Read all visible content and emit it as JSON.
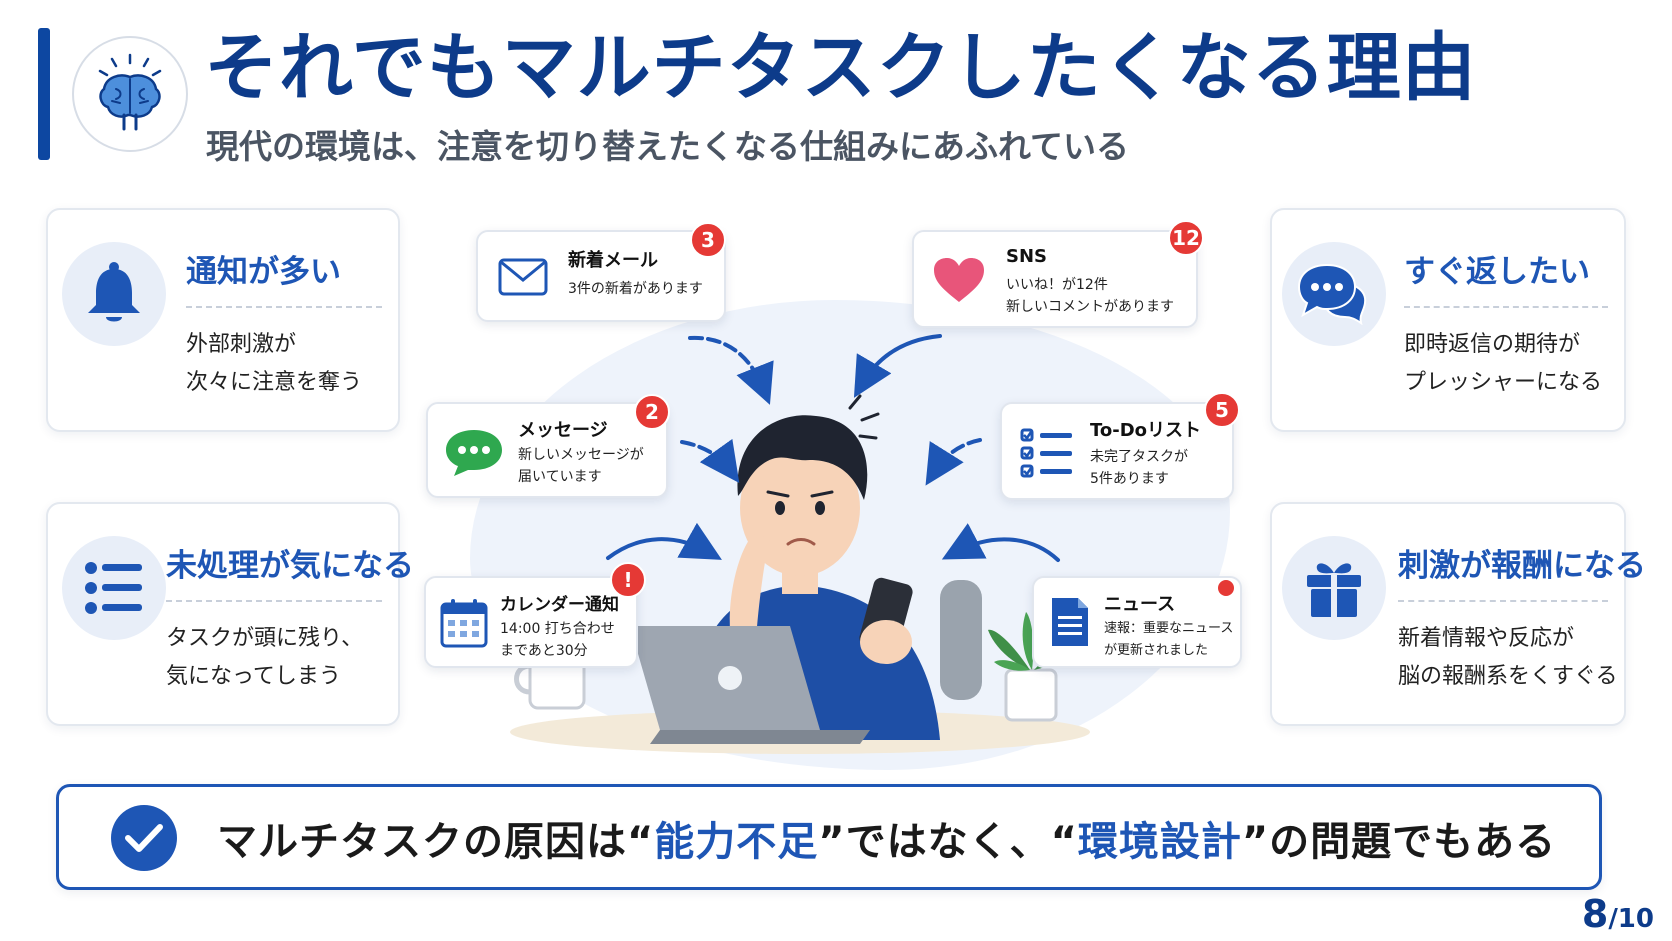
{
  "header": {
    "title": "それでもマルチタスクしたくなる理由",
    "subtitle": "現代の環境は、注意を切り替えたくなる仕組みにあふれている"
  },
  "left_cards": [
    {
      "icon": "bell-icon",
      "title": "通知が多い",
      "line1": "外部刺激が",
      "line2": "次々に注意を奪う"
    },
    {
      "icon": "list-icon",
      "title": "未処理が気になる",
      "line1": "タスクが頭に残り、",
      "line2": "気になってしまう"
    }
  ],
  "right_cards": [
    {
      "icon": "chat-bubbles-icon",
      "title": "すぐ返したい",
      "line1": "即時返信の期待が",
      "line2": "プレッシャーになる"
    },
    {
      "icon": "gift-icon",
      "title": "刺激が報酬になる",
      "line1": "新着情報や反応が",
      "line2": "脳の報酬系をくすぐる"
    }
  ],
  "notifications": {
    "mail": {
      "title": "新着メール",
      "line1": "3件の新着があります",
      "badge": "3"
    },
    "sns": {
      "title": "SNS",
      "line1": "いいね！が12件",
      "line2": "新しいコメントがあります",
      "badge": "12"
    },
    "message": {
      "title": "メッセージ",
      "line1": "新しいメッセージが",
      "line2": "届いています",
      "badge": "2"
    },
    "todo": {
      "title": "To-Doリスト",
      "line1": "未完了タスクが",
      "line2": "5件あります",
      "badge": "5"
    },
    "calendar": {
      "title": "カレンダー通知",
      "line1": "14:00 打ち合わせ",
      "line2": "まであと30分",
      "badge": "!"
    },
    "news": {
      "title": "ニュース",
      "line1": "速報：重要なニュース",
      "line2": "が更新されました"
    }
  },
  "banner": {
    "part1": "マルチタスクの原因は“",
    "hl1": "能力不足",
    "part2": "”ではなく、“",
    "hl2": "環境設計",
    "part3": "”の問題でもある"
  },
  "page": {
    "current": "8",
    "total": "/10"
  },
  "colors": {
    "primary": "#0d3b8a",
    "accent": "#1e56b5",
    "badge": "#e53935",
    "heart": "#e8557a",
    "chat_green": "#2fa84f"
  }
}
